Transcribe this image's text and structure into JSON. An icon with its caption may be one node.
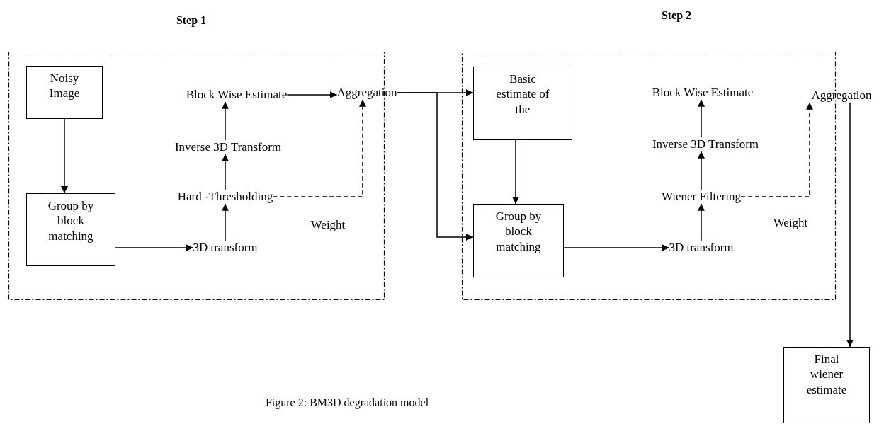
{
  "diagram": {
    "caption": "Figure 2: BM3D degradation model",
    "nodes": [
      {
        "text": [
          "Step 1"
        ]
      },
      {
        "text": [
          "Noisy Image"
        ],
        "in": 0
      },
      {
        "text": [
          "Group by block matching"
        ],
        "in": 0
      },
      {
        "text": [
          "3D transform"
        ],
        "in": 0
      },
      {
        "text": [
          "Hard -Thresholding"
        ],
        "in": 0
      },
      {
        "text": [
          "Inverse 3D Transform"
        ],
        "in": 0
      },
      {
        "text": [
          "Block Wise Estimate"
        ],
        "in": 0
      },
      {
        "text": [
          "Aggregation"
        ]
      },
      {
        "text": [
          "Step 2"
        ]
      },
      {
        "text": [
          "Basic estimate of the"
        ],
        "in": 8
      },
      {
        "text": [
          "Group by block matching"
        ],
        "in": 8
      },
      {
        "text": [
          "3D transform"
        ],
        "in": 8
      },
      {
        "text": [
          "Wiener Filtering"
        ],
        "in": 8
      },
      {
        "text": [
          "Inverse 3D Transform"
        ],
        "in": 8
      },
      {
        "text": [
          "Block Wise Estimate"
        ],
        "in": 8
      },
      {
        "text": [
          "Aggregation"
        ]
      },
      {
        "text": [
          "Final wiener estimate"
        ]
      }
    ],
    "edges": [
      {
        "from": 1,
        "to": 2,
        "arrow": "to"
      },
      {
        "from": 2,
        "to": 3,
        "arrow": "to"
      },
      {
        "from": 3,
        "to": 4,
        "arrow": "to"
      },
      {
        "from": 4,
        "to": 5,
        "arrow": "to"
      },
      {
        "from": 5,
        "to": 6,
        "arrow": "to"
      },
      {
        "from": 6,
        "to": 7,
        "arrow": "to"
      },
      {
        "from": 4,
        "to": 7,
        "arrow": "to",
        "style": "dashed"
      },
      {
        "from": 7,
        "to": 9,
        "arrow": "to"
      },
      {
        "from": 7,
        "to": 10,
        "arrow": "to"
      },
      {
        "from": 9,
        "to": 10,
        "arrow": "to"
      },
      {
        "from": 10,
        "to": 11,
        "arrow": "to"
      },
      {
        "from": 11,
        "to": 12,
        "arrow": "to"
      },
      {
        "from": 12,
        "to": 13,
        "arrow": "to"
      },
      {
        "from": 13,
        "to": 14,
        "arrow": "to"
      },
      {
        "from": 12,
        "to": 15,
        "arrow": "to",
        "style": "dashed"
      },
      {
        "from": 15,
        "to": 16,
        "arrow": "to"
      }
    ],
    "labels": [
      "Weight",
      "Weight"
    ]
  }
}
